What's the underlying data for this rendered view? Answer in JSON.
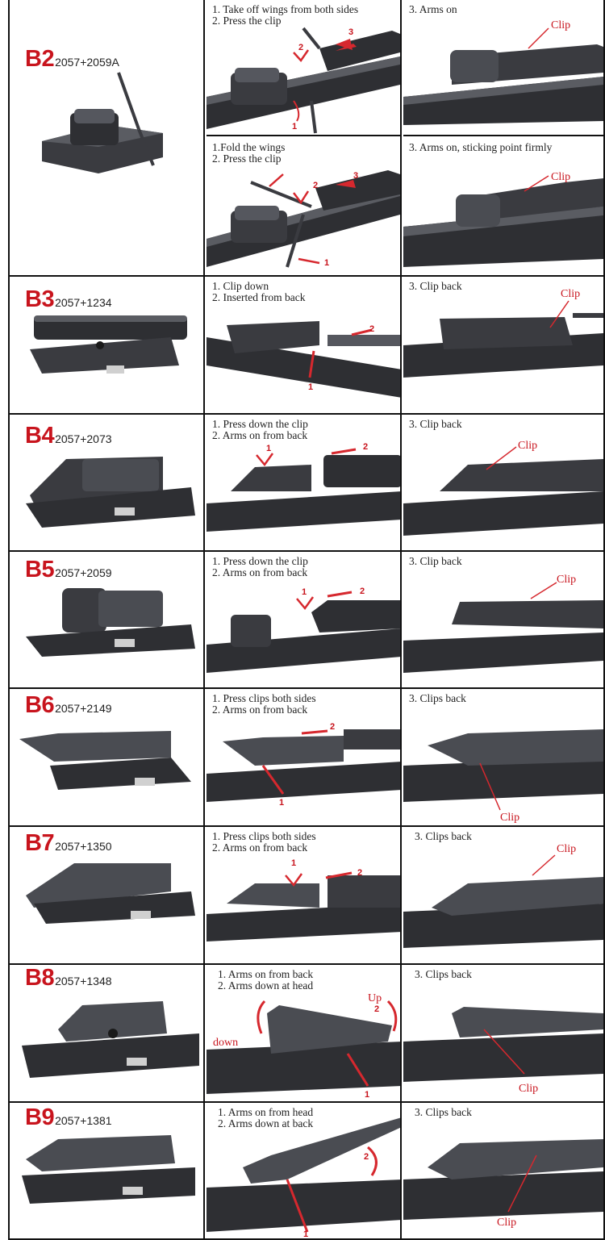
{
  "rows": [
    {
      "code": "B2",
      "part": "2057+2059A",
      "steps_a": [
        "1. Take off wings from both sides",
        "2. Press the clip"
      ],
      "steps_b": [
        "3. Arms on"
      ],
      "steps_c": [
        "1.Fold the wings",
        "2. Press the clip"
      ],
      "steps_d": [
        "3. Arms on, sticking point firmly"
      ]
    },
    {
      "code": "B3",
      "part": "2057+1234",
      "steps_a": [
        "1. Clip down",
        "2. Inserted from back"
      ],
      "steps_b": [
        "3. Clip back"
      ]
    },
    {
      "code": "B4",
      "part": "2057+2073",
      "steps_a": [
        "1. Press down the clip",
        "2. Arms on from back"
      ],
      "steps_b": [
        "3. Clip back"
      ]
    },
    {
      "code": "B5",
      "part": "2057+2059",
      "steps_a": [
        "1. Press down the clip",
        "2. Arms on from back"
      ],
      "steps_b": [
        "3. Clip back"
      ]
    },
    {
      "code": "B6",
      "part": "2057+2149",
      "steps_a": [
        "1. Press clips both sides",
        "2. Arms on from back"
      ],
      "steps_b": [
        "3. Clips back"
      ]
    },
    {
      "code": "B7",
      "part": "2057+1350",
      "steps_a": [
        "1. Press clips both sides",
        "2. Arms on from back"
      ],
      "steps_b": [
        "3. Clips back"
      ]
    },
    {
      "code": "B8",
      "part": "2057+1348",
      "steps_a": [
        "1. Arms on from back",
        "2. Arms down at head"
      ],
      "steps_b": [
        "3. Clips back"
      ],
      "marks": [
        "Up",
        "down"
      ]
    },
    {
      "code": "B9",
      "part": "2057+1381",
      "steps_a": [
        "1. Arms on from head",
        "2. Arms down at back"
      ],
      "steps_b": [
        "3. Clips back"
      ]
    }
  ],
  "labels": {
    "clip": "Clip",
    "n1": "1",
    "n2": "2",
    "n3": "3"
  },
  "colors": {
    "accent": "#c8141d",
    "part_dark": "#2e2f33",
    "part_mid": "#4a4c52",
    "part_light": "#6b6e75"
  }
}
